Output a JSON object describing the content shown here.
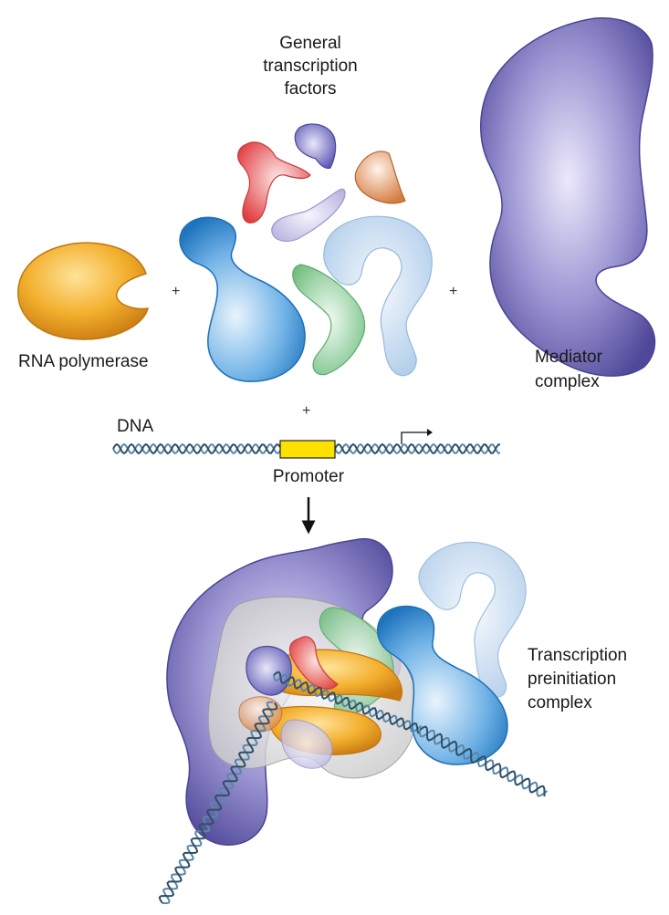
{
  "labels": {
    "gtf_line1": "General",
    "gtf_line2": "transcription",
    "gtf_line3": "factors",
    "rna_polymerase": "RNA polymerase",
    "mediator_line1": "Mediator",
    "mediator_line2": "complex",
    "dna": "DNA",
    "promoter": "Promoter",
    "pic_line1": "Transcription",
    "pic_line2": "preinitiation",
    "pic_line3": "complex"
  },
  "operators": {
    "plus_left": "+",
    "plus_right": "+",
    "plus_bottom": "+"
  },
  "colors": {
    "rna_polymerase": "#f0a623",
    "mediator": "#6a63ad",
    "gtf_blue": "#2e88cf",
    "gtf_light_blue": "#b5d1ec",
    "gtf_red": "#e0484b",
    "gtf_green": "#7cc48a",
    "gtf_violet": "#6f6cc0",
    "gtf_lavender": "#c6c3e6",
    "gtf_orange": "#d9804a",
    "promoter": "#ffe100",
    "dna": "#5b87a8"
  }
}
